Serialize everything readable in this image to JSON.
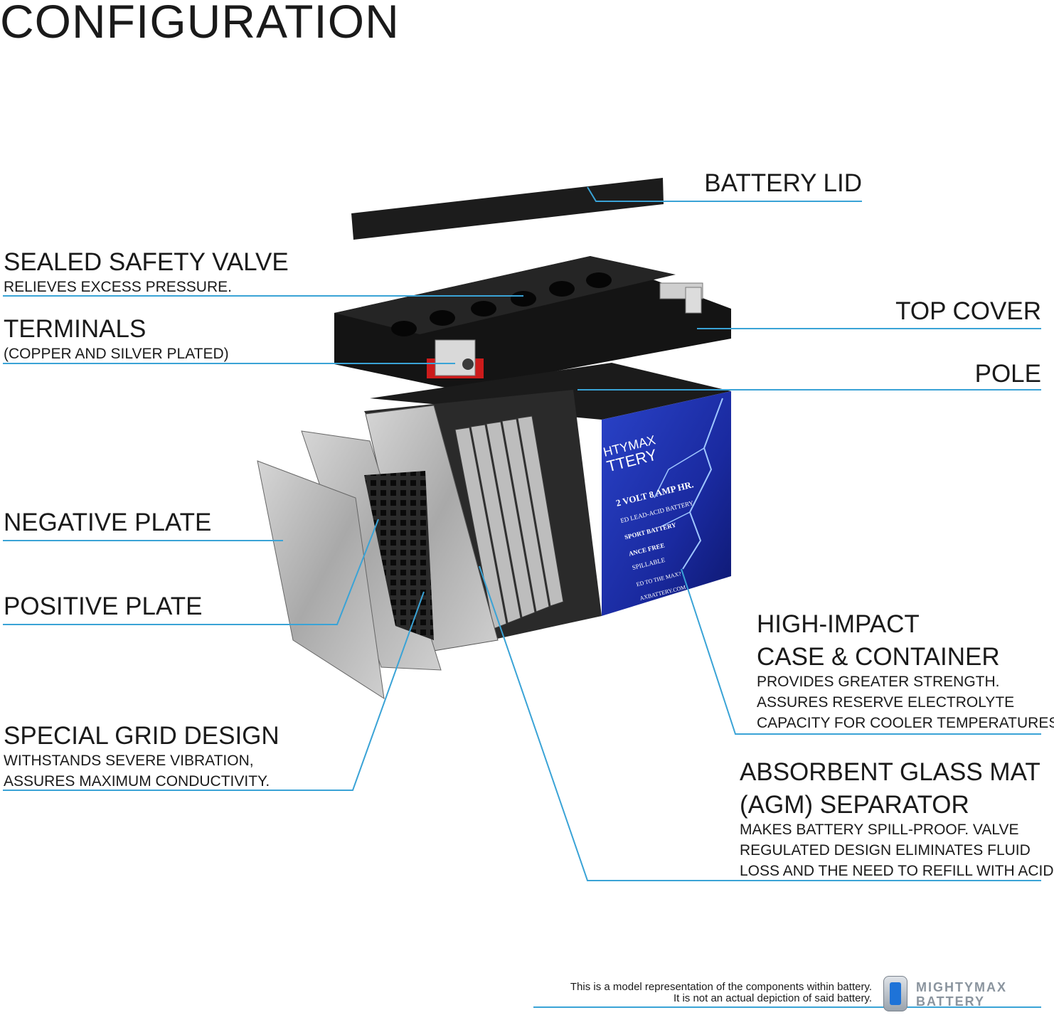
{
  "title": "CONFIGURATION",
  "labels": {
    "battery_lid": "BATTERY LID",
    "sealed_valve": {
      "heading": "SEALED SAFETY VALVE",
      "sub": "RELIEVES EXCESS PRESSURE."
    },
    "terminals": {
      "heading": "TERMINALS",
      "sub": "(COPPER AND SILVER PLATED)"
    },
    "top_cover": "TOP COVER",
    "pole": "POLE",
    "negative_plate": "NEGATIVE PLATE",
    "positive_plate": "POSITIVE PLATE",
    "high_impact": {
      "heading1": "HIGH-IMPACT",
      "heading2": "CASE & CONTAINER",
      "sub": [
        "PROVIDES GREATER STRENGTH.",
        "ASSURES RESERVE ELECTROLYTE",
        "CAPACITY FOR COOLER TEMPERATURES."
      ]
    },
    "grid": {
      "heading": "SPECIAL GRID DESIGN",
      "sub": [
        "WITHSTANDS SEVERE VIBRATION,",
        "ASSURES MAXIMUM CONDUCTIVITY."
      ]
    },
    "agm": {
      "heading1": "ABSORBENT GLASS MAT",
      "heading2": "(AGM) SEPARATOR",
      "sub": [
        "MAKES BATTERY SPILL-PROOF. VALVE",
        "REGULATED DESIGN ELIMINATES FLUID",
        "LOSS AND THE NEED TO REFILL WITH ACID."
      ]
    }
  },
  "battery_label": {
    "brand1": "HTYMAX",
    "brand2": "TTERY",
    "line1": "2 VOLT 8 AMP HR.",
    "line2": "ED LEAD-ACID BATTERY",
    "line3": "SPORT BATTERY",
    "line4": "ANCE FREE",
    "line5": "SPILLABLE",
    "line6": "ED TO THE MAX?",
    "line7": "AXBATTERY.COM"
  },
  "disclaimer": [
    "This is a model representation of the components within battery.",
    "It is not an actual depiction of said battery."
  ],
  "logo": {
    "line1": "MIGHTYMAX",
    "line2": "BATTERY"
  },
  "colors": {
    "leader": "#3aa3d6",
    "case": "#1a1a1a",
    "label_blue": "#1b2fa8"
  }
}
